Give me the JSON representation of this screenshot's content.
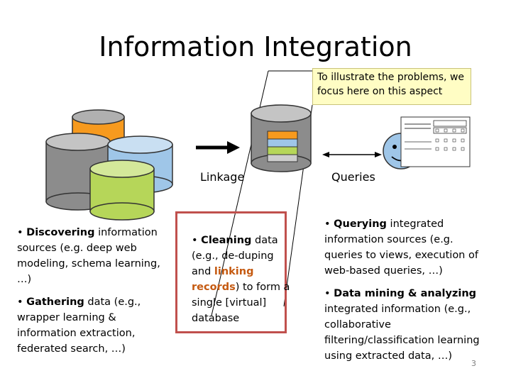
{
  "title": "Information Integration",
  "callout": {
    "line1": "To illustrate the problems, we",
    "line2": "focus here on this aspect"
  },
  "labels": {
    "linkage": "Linkage",
    "queries": "Queries"
  },
  "left_column": {
    "p1": {
      "bold": "Discovering",
      "rest": [
        " information",
        "sources (e.g. deep web",
        "modeling, schema learning,",
        "…)"
      ]
    },
    "p2": {
      "bold": "Gathering",
      "rest": [
        " data (e.g.,",
        "wrapper learning &",
        "information extraction,",
        "federated search, …)"
      ]
    }
  },
  "middle_column": {
    "bold": "Cleaning",
    "line1_rest": " data",
    "line2": "(e.g., de-duping",
    "line3_pre": "and ",
    "line3_red": "linking",
    "line4_red": "records",
    "line4_rest": ") to form a",
    "line5": "single [virtual]",
    "line6": "database"
  },
  "right_column": {
    "p1": {
      "bold": "Querying",
      "rest": [
        " integrated",
        "information sources (e.g.",
        "queries to views, execution of",
        "web-based queries, …)"
      ]
    },
    "p2": {
      "bold1": "Data mining",
      "mid": " & ",
      "bold2": "analyzing",
      "rest": [
        "integrated information (e.g.,",
        "collaborative",
        "filtering/classification learning",
        "using extracted data, …)"
      ]
    }
  },
  "bullet": "•",
  "slide_number": "3",
  "colors": {
    "orange_db": "#f79a1e",
    "gray_db": "#8c8c8c",
    "blue_db": "#9fc6e8",
    "green_db": "#b6d659",
    "callout_bg": "#fffdc4",
    "box_border": "#c0504d",
    "highlight_text": "#c55a11",
    "smiley": "#9fc6e8"
  }
}
